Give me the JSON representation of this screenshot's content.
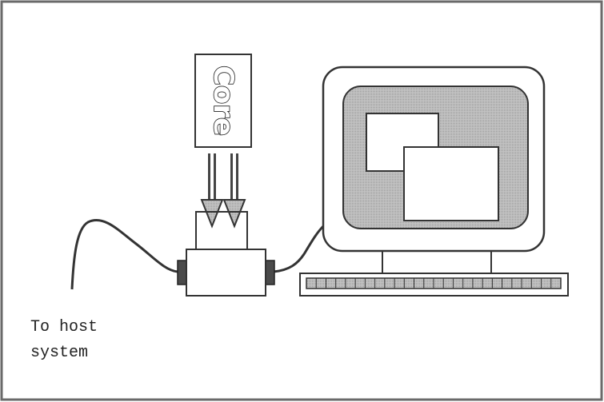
{
  "core_label": "Core",
  "host_label": {
    "line1": "To host",
    "line2": "system"
  },
  "colors": {
    "border": "#555555",
    "screen_gray": "#b7b7b7",
    "connector_dark": "#4a4a4a",
    "arrow_gray": "#8c8c8c",
    "line": "#333333"
  }
}
